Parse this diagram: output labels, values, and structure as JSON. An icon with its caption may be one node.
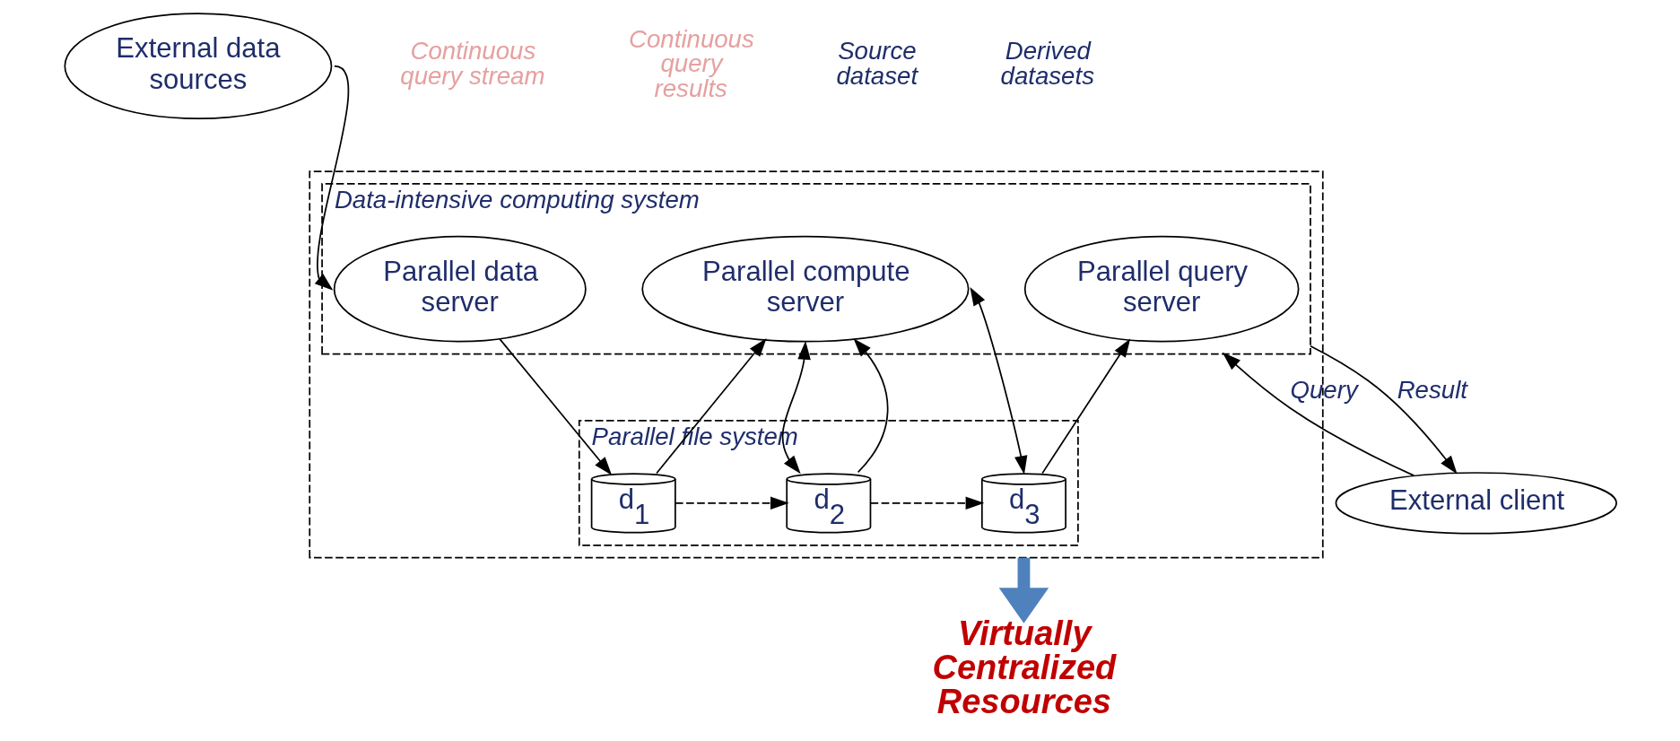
{
  "diagram": {
    "nodes": [
      {
        "text": [],
        "shape": "box"
      },
      {
        "text": [
          "Data-intensive computing system"
        ],
        "in": 0
      },
      {
        "text": [
          "External data sources"
        ]
      },
      {
        "text": [
          "Parallel data server"
        ],
        "in": 1
      },
      {
        "text": [
          "Parallel compute server"
        ],
        "in": 1
      },
      {
        "text": [
          "Parallel query server"
        ],
        "in": 1
      },
      {
        "text": [
          "External client"
        ]
      },
      {
        "text": [
          "Parallel file system"
        ],
        "in": 0
      },
      {
        "text": [
          "d$_{1}$"
        ],
        "in": 7
      },
      {
        "text": [
          "d$_{2}$"
        ],
        "in": 7
      },
      {
        "text": [
          "d$_{3}$"
        ],
        "in": 7
      },
      {
        "text": [
          "Virtually Centralized Resources"
        ]
      }
    ],
    "edges": [
      {
        "from": 2,
        "to": 3,
        "arrow": "to"
      },
      {
        "from": 3,
        "to": 8,
        "arrow": "to"
      },
      {
        "from": 8,
        "to": 4,
        "arrow": "to"
      },
      {
        "from": 4,
        "to": 9,
        "arrow": "both"
      },
      {
        "from": 9,
        "to": 4,
        "arrow": "to"
      },
      {
        "from": 4,
        "to": 10,
        "arrow": "both"
      },
      {
        "from": 10,
        "to": 5,
        "arrow": "to"
      },
      {
        "from": 6,
        "to": 1,
        "arrow": "to",
        "label": "Query"
      },
      {
        "from": 1,
        "to": 6,
        "arrow": "to",
        "label": "Result"
      },
      {
        "from": 8,
        "to": 9,
        "arrow": "to",
        "style": "dashed"
      },
      {
        "from": 9,
        "to": 10,
        "arrow": "to",
        "style": "dashed"
      },
      {
        "from": 0,
        "to": 11,
        "arrow": "to",
        "style": "thick",
        "color": "#4f81bd"
      }
    ],
    "labels": [
      "Continuous query stream",
      "Continuous query results",
      "Source dataset",
      "Derived datasets"
    ]
  }
}
